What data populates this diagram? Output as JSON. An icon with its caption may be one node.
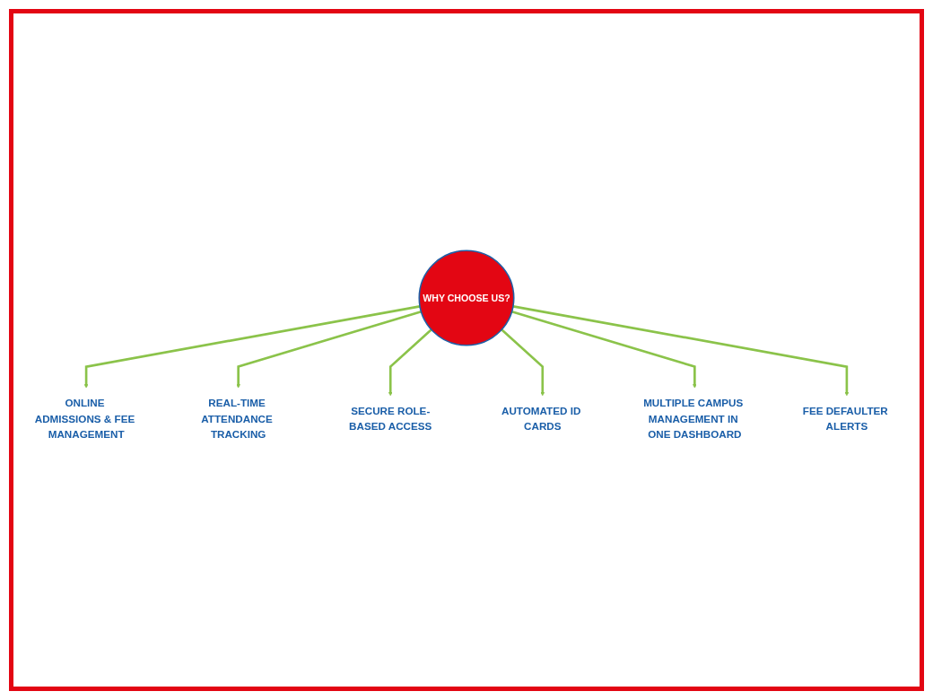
{
  "diagram": {
    "nodes": [
      {
        "text": [
          "ONLINE ADMISSIONS & FEE MANAGEMENT"
        ]
      },
      {
        "text": [
          "FEE DEFAULTER ALERTS"
        ]
      },
      {
        "text": [
          "REAL-TIME ATTENDANCE TRACKING"
        ]
      },
      {
        "text": [
          "WHY CHOOSE US?"
        ]
      },
      {
        "text": [
          "MULTIPLE CAMPUS MANAGEMENT IN ONE DASHBOARD"
        ]
      },
      {
        "text": [
          "SECURE ROLE-BASED ACCESS"
        ]
      },
      {
        "text": [
          "AUTOMATED ID CARDS"
        ]
      }
    ],
    "edges": [
      {
        "from": 3,
        "to": 0,
        "arrow": "to"
      },
      {
        "from": 3,
        "to": 2,
        "arrow": "to"
      },
      {
        "from": 3,
        "to": 5,
        "arrow": "to"
      },
      {
        "from": 3,
        "to": 6,
        "arrow": "to"
      },
      {
        "from": 3,
        "to": 4,
        "arrow": "to"
      },
      {
        "from": 3,
        "to": 1,
        "arrow": "to"
      }
    ]
  }
}
